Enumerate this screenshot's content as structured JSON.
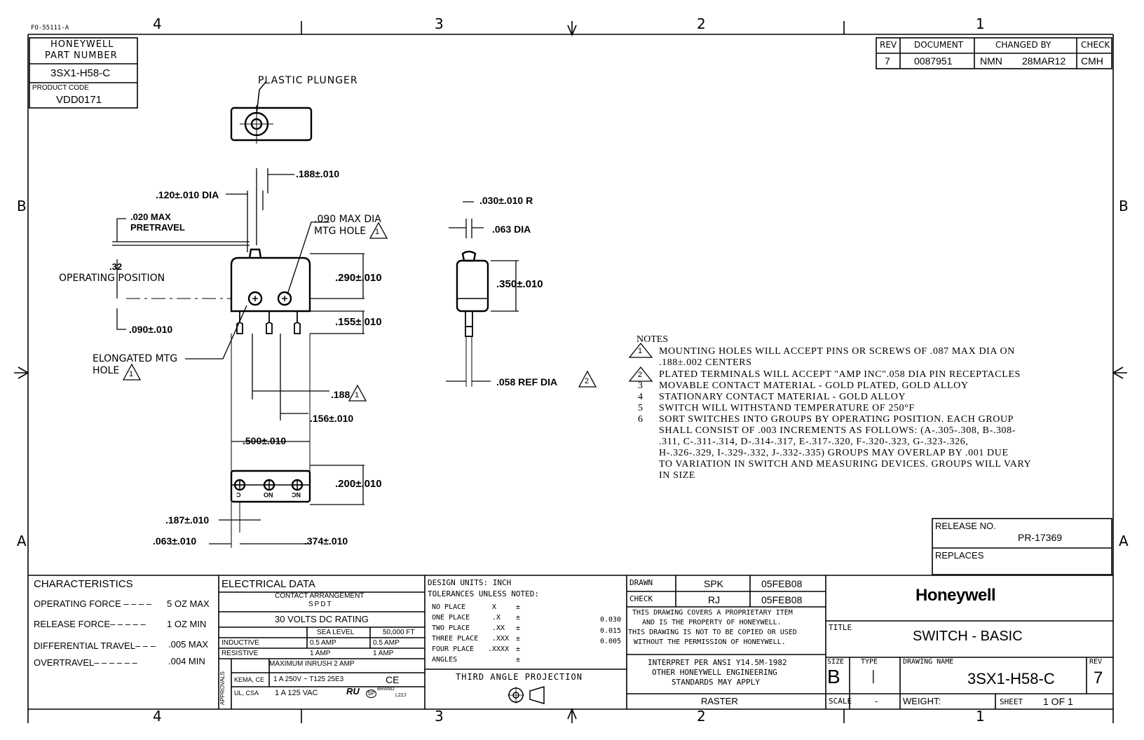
{
  "form_number": "FO-55111-A",
  "zones": {
    "columns": [
      "4",
      "3",
      "2",
      "1"
    ],
    "rows": [
      "B",
      "A"
    ]
  },
  "part_box": {
    "header_line1": "HONEYWELL",
    "header_line2": "PART NUMBER",
    "part_number": "3SX1-H58-C",
    "product_code_label": "PRODUCT CODE",
    "product_code": "VDD0171"
  },
  "revision_block": {
    "headers": [
      "REV",
      "DOCUMENT",
      "CHANGED BY",
      "CHECK"
    ],
    "row": {
      "rev": "7",
      "document": "0087951",
      "changed_by": "NMN",
      "date": "28MAR12",
      "check": "CMH"
    }
  },
  "callouts": {
    "plastic_plunger": "PLASTIC PLUNGER",
    "d188": ".188±.010",
    "d120": ".120±.010 DIA",
    "pretravel_1": ".020 MAX",
    "pretravel_2": "PRETRAVEL",
    "mtg_hole_1": ".090 MAX DIA",
    "mtg_hole_2": "MTG HOLE",
    "op_pos_1": ".32",
    "op_pos_2": "OPERATING POSITION",
    "d290": ".290±.010",
    "d155": ".155± 010",
    "d090": ".090±.010",
    "elong_1": "ELONGATED MTG",
    "elong_2": "HOLE",
    "d188b": ".188",
    "d156": ".156±.010",
    "d500": ".500±.010",
    "d200": ".200±.010",
    "d187": ".187±.010",
    "d063": ".063±.010",
    "d374": ".374±.010",
    "d030r": ".030±.010 R",
    "d063dia": ".063 DIA",
    "d350": ".350±.010",
    "d058": ".058 REF DIA",
    "terminal_c": "C",
    "terminal_no": "NO",
    "terminal_nc": "NC"
  },
  "notes": {
    "heading": "NOTES",
    "items": [
      {
        "num": "1",
        "flag": true,
        "lines": [
          "MOUNTING HOLES WILL ACCEPT PINS OR SCREWS OF .087 MAX DIA ON",
          ".188±.002 CENTERS"
        ]
      },
      {
        "num": "2",
        "flag": true,
        "lines": [
          "PLATED TERMINALS WILL ACCEPT \"AMP INC\".058 DIA PIN RECEPTACLES"
        ]
      },
      {
        "num": "3",
        "flag": false,
        "lines": [
          "MOVABLE CONTACT MATERIAL - GOLD PLATED, GOLD ALLOY"
        ]
      },
      {
        "num": "4",
        "flag": false,
        "lines": [
          "STATIONARY CONTACT MATERIAL - GOLD ALLOY"
        ]
      },
      {
        "num": "5",
        "flag": false,
        "lines": [
          "SWITCH WILL WITHSTAND TEMPERATURE OF 250°F"
        ]
      },
      {
        "num": "6",
        "flag": false,
        "lines": [
          "SORT SWITCHES INTO GROUPS BY OPERATING POSITION.  EACH GROUP",
          "SHALL CONSIST OF .003 INCREMENTS AS FOLLOWS:  (A-.305-.308, B-.308-",
          ".311, C-.311-.314, D-.314-.317, E-.317-.320, F-.320-.323, G-.323-.326,",
          "H-.326-.329, I-.329-.332, J-.332-.335) GROUPS MAY OVERLAP BY .001 DUE",
          "TO VARIATION IN SWITCH AND MEASURING DEVICES.  GROUPS WILL VARY",
          "IN SIZE"
        ]
      }
    ]
  },
  "release": {
    "label": "RELEASE NO.",
    "value": "PR-17369",
    "replaces_label": "REPLACES"
  },
  "characteristics": {
    "title": "CHARACTERISTICS",
    "rows": [
      {
        "label": "OPERATING FORCE – – – –",
        "value": "5  OZ MAX"
      },
      {
        "label": "RELEASE FORCE– – – – –",
        "value": "1 OZ MIN"
      },
      {
        "label": "DIFFERENTIAL TRAVEL– – –",
        "value": ".005 MAX"
      },
      {
        "label": "OVERTRAVEL– – – – – –",
        "value": ".004 MIN"
      }
    ]
  },
  "electrical": {
    "title": "ELECTRICAL DATA",
    "contact_arrangement_label": "CONTACT ARRANGEMENT",
    "contact_arrangement": "SPDT",
    "rating": "30 VOLTS DC RATING",
    "col_sea": "SEA LEVEL",
    "col_alt": "50,000 FT",
    "inductive": {
      "label": "INDUCTIVE",
      "sea": "0.5 AMP",
      "alt": "0.5 AMP"
    },
    "resistive": {
      "label": "RESISTIVE",
      "sea": "1 AMP",
      "alt": "1 AMP"
    },
    "inrush": "MAXIMUM INRUSH   2 AMP",
    "approvals_label": "APPROVALS",
    "kema_label": "KEMA, CE",
    "kema_value": "1 A 250V ~ T125 25E3",
    "ce_mark": "CE",
    "ul_label": "UL, CSA",
    "ul_value": "1 A 125  VAC",
    "ur_mark": "RU",
    "csa_mark": "SP",
    "brand_label": "BRAND",
    "brand_value": "L22J"
  },
  "tolerances": {
    "design_units": "DESIGN UNITS:  INCH",
    "unless": "TOLERANCES UNLESS NOTED:",
    "rows": [
      {
        "label": "NO PLACE",
        "fmt": "X",
        "pm": "±",
        "val": ""
      },
      {
        "label": "ONE PLACE",
        "fmt": ".X",
        "pm": "±",
        "val": "0.030"
      },
      {
        "label": "TWO PLACE",
        "fmt": ".XX",
        "pm": "±",
        "val": "0.015"
      },
      {
        "label": "THREE PLACE",
        "fmt": ".XXX",
        "pm": "±",
        "val": "0.005"
      },
      {
        "label": "FOUR PLACE",
        "fmt": ".XXXX",
        "pm": "±",
        "val": ""
      },
      {
        "label": "ANGLES",
        "fmt": "",
        "pm": "±",
        "val": ""
      }
    ],
    "projection": "THIRD ANGLE PROJECTION"
  },
  "drawn_block": {
    "drawn_label": "DRAWN",
    "drawn_by": "SPK",
    "drawn_date": "05FEB08",
    "check_label": "CHECK",
    "check_by": "RJ",
    "check_date": "05FEB08",
    "prop_lines": [
      "THIS DRAWING COVERS A PROPRIETARY ITEM",
      "AND IS THE PROPERTY OF HONEYWELL.",
      "THIS DRAWING IS NOT TO BE COPIED OR USED",
      "WITHOUT THE PERMISSION OF HONEYWELL."
    ],
    "ansi_lines": [
      "INTERPRET PER ANSI Y14.5M-1982",
      "OTHER HONEYWELL ENGINEERING",
      "STANDARDS MAY APPLY"
    ],
    "raster": "RASTER"
  },
  "title_block": {
    "logo": "Honeywell",
    "title_label": "TITLE",
    "title": "SWITCH - BASIC",
    "size_label": "SIZE",
    "size": "B",
    "type_label": "TYPE",
    "type": "I",
    "drawing_name_label": "DRAWING NAME",
    "drawing_name": "3SX1-H58-C",
    "rev_label": "REV",
    "rev": "7",
    "scale_label": "SCALE",
    "scale": "-",
    "weight_label": "WEIGHT:",
    "sheet_label": "SHEET",
    "sheet": "1 OF 1"
  }
}
